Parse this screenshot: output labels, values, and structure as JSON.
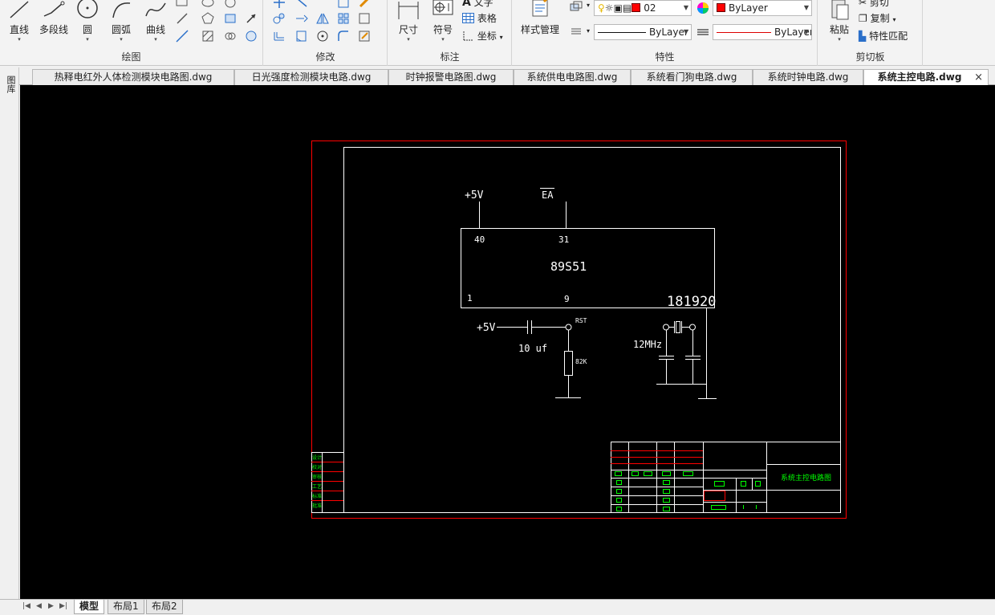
{
  "ribbon": {
    "draw": {
      "title": "绘图",
      "line": "直线",
      "polyline": "多段线",
      "circle": "圆",
      "arc": "圆弧",
      "curve": "曲线"
    },
    "modify": {
      "title": "修改"
    },
    "annotate": {
      "title": "标注",
      "dimension": "尺寸",
      "symbol": "符号",
      "text": "文字",
      "table": "表格",
      "coordinate": "坐标"
    },
    "properties": {
      "title": "特性",
      "style_manager": "样式管理",
      "layer_value": "02",
      "color_value": "ByLayer",
      "linetype_value": "ByLayer",
      "lineweight_value": "ByLayer",
      "accent_color": "#ff0000"
    },
    "clipboard": {
      "title": "剪切板",
      "paste": "粘贴",
      "cut": "剪切",
      "copy": "复制",
      "match_props": "特性匹配"
    }
  },
  "tabs": [
    {
      "label": "热释电红外人体检测模块电路图.dwg"
    },
    {
      "label": "日光强度检测模块电路.dwg"
    },
    {
      "label": "时钟报警电路图.dwg"
    },
    {
      "label": "系统供电电路图.dwg"
    },
    {
      "label": "系统看门狗电路.dwg"
    },
    {
      "label": "系统时钟电路.dwg"
    },
    {
      "label": "系统主控电路.dwg",
      "active": true
    }
  ],
  "tab_close": "×",
  "left_strip": "图库",
  "layouts": [
    {
      "label": "模型",
      "active": true
    },
    {
      "label": "布局1"
    },
    {
      "label": "布局2"
    }
  ],
  "drawing": {
    "vcc_label": "+5V",
    "ea_label": "EA",
    "pin_40": "40",
    "pin_31": "31",
    "chip_name": "89S51",
    "pin_1": "1",
    "pin_9": "9",
    "pins_18_19_20": "181920",
    "rst_vcc": "+5V",
    "rst_label": "RST",
    "cap_label": "10 uf",
    "res_label": "82K",
    "crystal_label": "12MHz",
    "title_block_name": "系统主控电路图",
    "left_block_labels": [
      "设计",
      "校对",
      "审核",
      "工艺",
      "标准",
      "批准"
    ],
    "frame_color": "#ff0000",
    "line_color": "#ffffff",
    "table_text_color": "#00ff00"
  }
}
